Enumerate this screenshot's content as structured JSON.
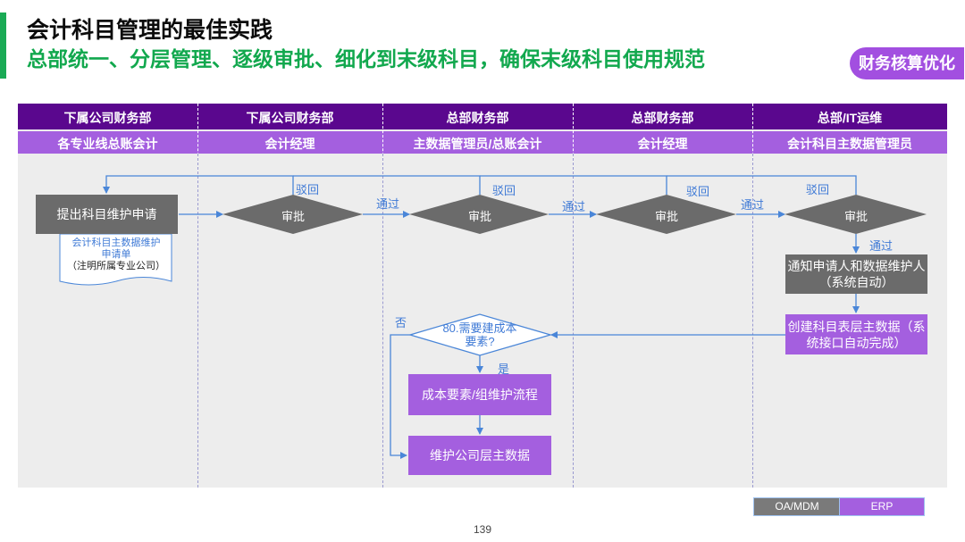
{
  "title": "会计科目管理的最佳实践",
  "subtitle": "总部统一、分层管理、逐级审批、细化到末级科目，确保末级科目使用规范",
  "badge": "财务核算优化",
  "lanes": [
    {
      "dept": "下属公司财务部",
      "role": "各专业线总账会计"
    },
    {
      "dept": "下属公司财务部",
      "role": "会计经理"
    },
    {
      "dept": "总部财务部",
      "role": "主数据管理员/总账会计"
    },
    {
      "dept": "总部财务部",
      "role": "会计经理"
    },
    {
      "dept": "总部/IT运维",
      "role": "会计科目主数据管理员"
    }
  ],
  "nodes": {
    "submit": "提出科目维护申请",
    "doc_line1": "会计科目主数据维护",
    "doc_line2": "申请单",
    "doc_note": "（注明所属专业公司）",
    "approve1": "审批",
    "approve2": "审批",
    "approve3": "审批",
    "approve4": "审批",
    "notify": "通知申请人和数据维护人（系统自动）",
    "create": "创建科目表层主数据（系统接口自动完成）",
    "decision": "80.需要建成本要素?",
    "cost_flow": "成本要素/组维护流程",
    "maintain": "维护公司层主数据"
  },
  "labels": {
    "reject1": "驳回",
    "reject2": "驳回",
    "reject3": "驳回",
    "reject4": "驳回",
    "pass1": "通过",
    "pass2": "通过",
    "pass3": "通过",
    "pass4": "通过",
    "yes": "是",
    "no": "否"
  },
  "legend": {
    "oa": "OA/MDM",
    "erp": "ERP"
  },
  "page_number": "139",
  "colors": {
    "header_dark": "#5a078e",
    "header_light": "#a45fdf",
    "gray_box": "#6b6b6b",
    "purple_box": "#a45fdf",
    "arrow": "#4a86d8",
    "title_green": "#12a84e"
  }
}
